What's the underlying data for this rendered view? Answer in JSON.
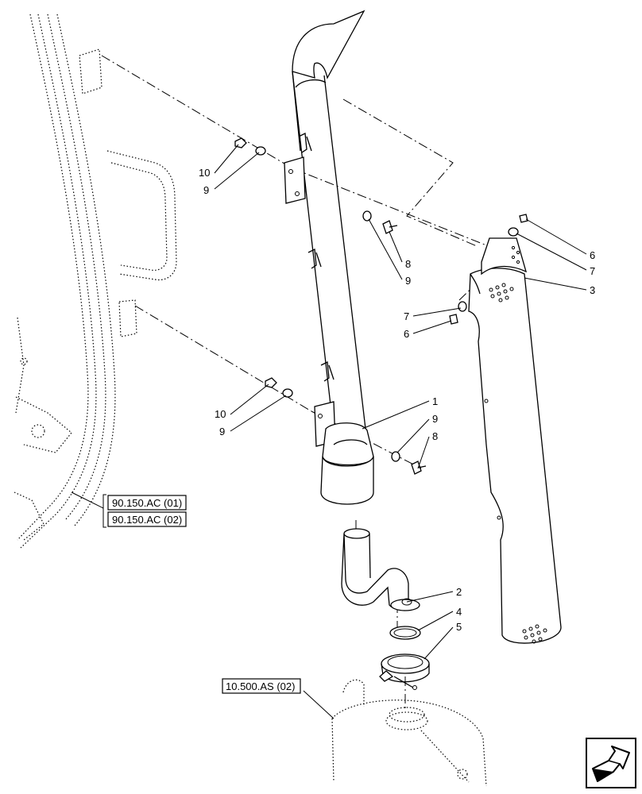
{
  "callouts": {
    "c10a": "10",
    "c9a": "9",
    "c8a": "8",
    "c9b": "9",
    "c6a": "6",
    "c7a": "7",
    "c3": "3",
    "c7b": "7",
    "c6b": "6",
    "c1": "1",
    "c9c": "9",
    "c8b": "8",
    "c10b": "10",
    "c9d": "9",
    "c2": "2",
    "c4": "4",
    "c5": "5"
  },
  "references": {
    "ref1": "90.150.AC (01)",
    "ref2": "90.150.AC (02)",
    "ref3": "10.500.AS (02)"
  },
  "icons": {
    "nav": "next-page-arrow-icon"
  }
}
